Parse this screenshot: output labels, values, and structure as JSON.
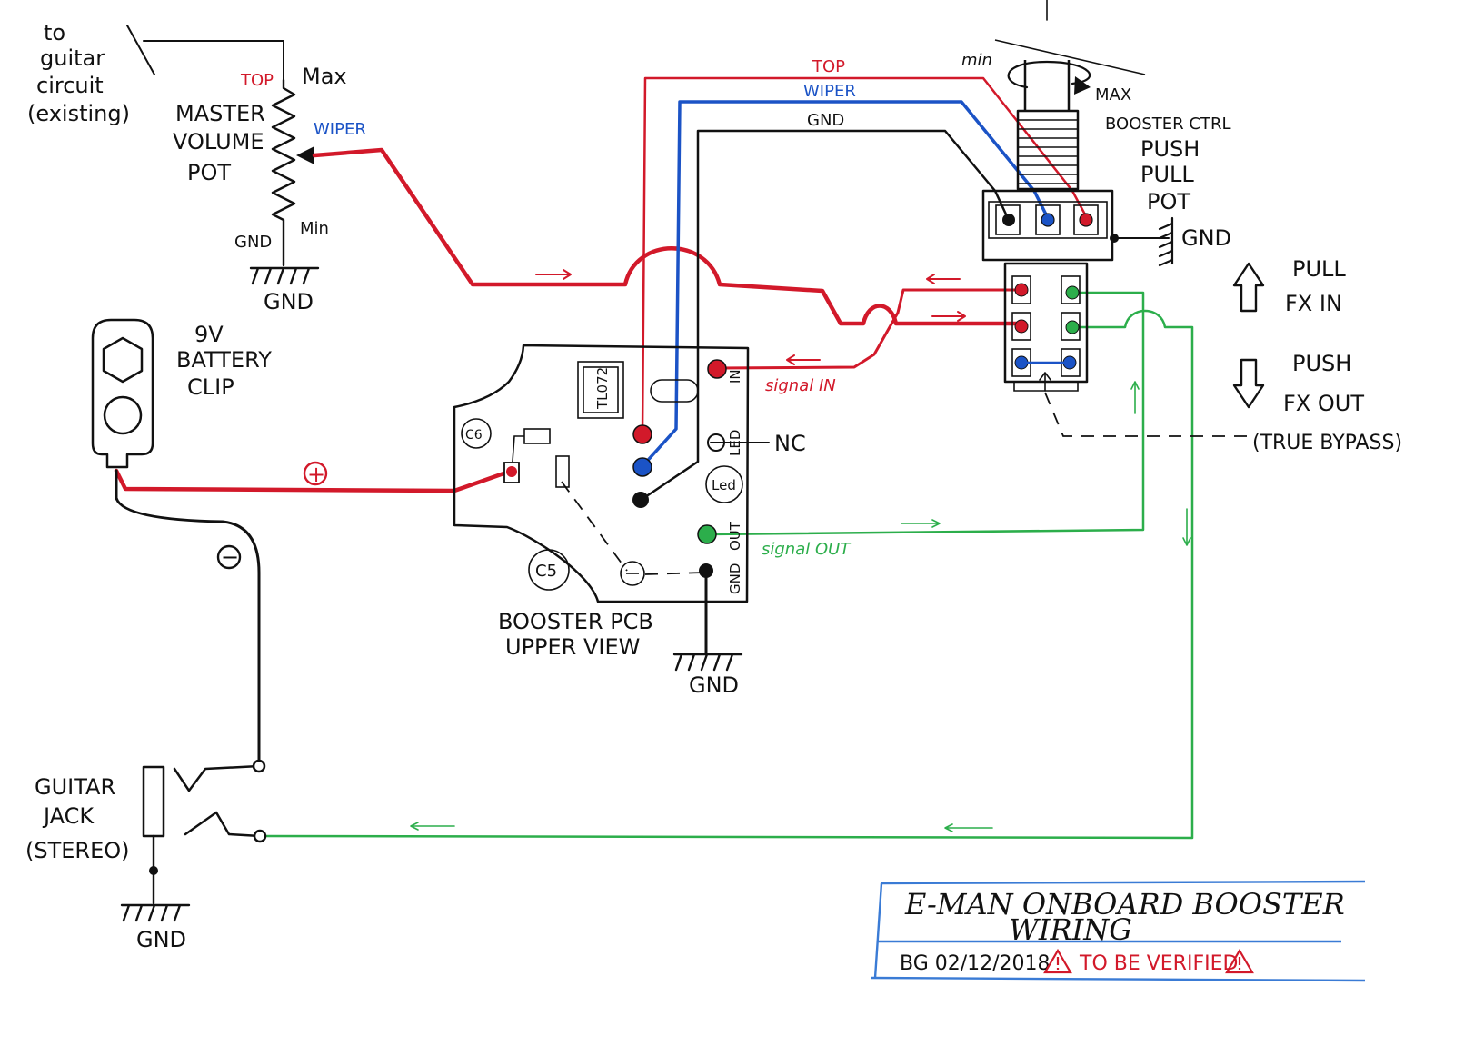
{
  "title": {
    "line1": "E-MAN ONBOARD BOOSTER",
    "line2": "WIRING",
    "author_date": "BG 02/12/2018",
    "warning": "TO BE VERIFIED",
    "rule_color": "#3a7bd5",
    "warn_color": "#d2192a"
  },
  "colors": {
    "red": "#d2192a",
    "blue": "#1b53c6",
    "black": "#111111",
    "green": "#2cae4b"
  },
  "guitar_circuit": {
    "label_lines": [
      "to",
      "guitar",
      "circuit",
      "(existing)"
    ]
  },
  "master_pot": {
    "label_lines": [
      "MASTER",
      "VOLUME",
      "POT"
    ],
    "top_label": "TOP",
    "max_label": "Max",
    "wiper_label": "WIPER",
    "gnd_label": "GND",
    "min_label": "Min",
    "ground_label": "GND"
  },
  "battery": {
    "label_lines": [
      "9V",
      "BATTERY",
      "CLIP"
    ],
    "plus_symbol": "+",
    "minus_symbol": "−"
  },
  "pcb": {
    "chip_label": "TL072",
    "c6_label": "C6",
    "c5_label": "C5",
    "led_label": "Led",
    "pad_in_label": "IN",
    "pad_led_label": "LED",
    "pad_out_label": "OUT",
    "pad_gnd_label": "GND",
    "nc_label": "NC",
    "signal_in_label": "signal IN",
    "signal_out_label": "signal OUT",
    "caption_lines": [
      "BOOSTER PCB",
      "UPPER VIEW"
    ],
    "ground_label": "GND"
  },
  "booster_pot": {
    "wire_top_label": "TOP",
    "wire_wiper_label": "WIPER",
    "wire_gnd_label": "GND",
    "min_label": "min",
    "max_label": "MAX",
    "label_lines": [
      "BOOSTER CTRL",
      "PUSH",
      "PULL",
      "POT"
    ],
    "case_gnd_label": "GND"
  },
  "switch_modes": {
    "pull_lines": [
      "PULL",
      "FX IN"
    ],
    "push_lines": [
      "PUSH",
      "FX OUT"
    ],
    "bypass_label": "(TRUE BYPASS)"
  },
  "guitar_jack": {
    "label_lines": [
      "GUITAR",
      "JACK",
      "(STEREO)"
    ],
    "ground_label": "GND"
  }
}
